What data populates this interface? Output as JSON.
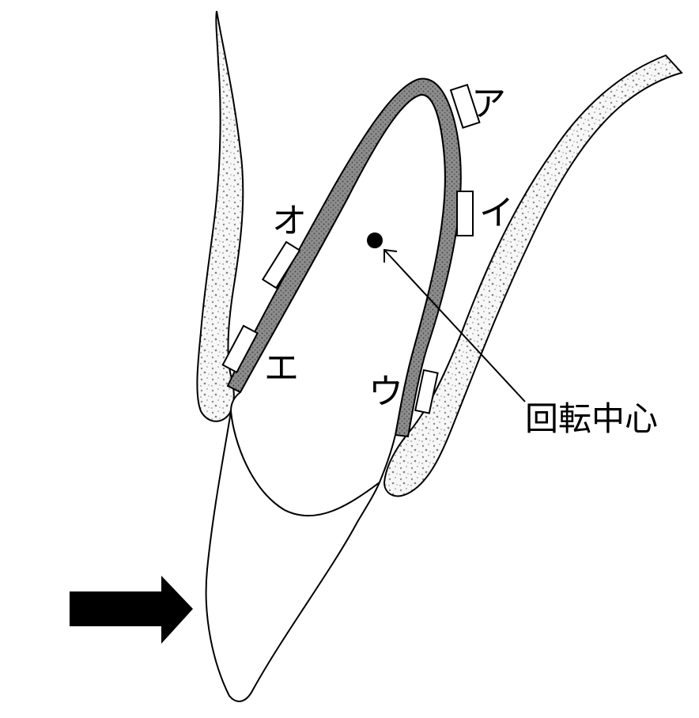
{
  "labels": {
    "a": "ア",
    "i": "イ",
    "u": "ウ",
    "e": "エ",
    "o": "オ",
    "rotation_center": "回転中心"
  },
  "colors": {
    "line": "#000000",
    "bone_fill": "#f4f4f4",
    "bone_speckle": "#8a8a8a",
    "ligament_fill": "#7a7a7a",
    "force_arrow": "#000000"
  }
}
